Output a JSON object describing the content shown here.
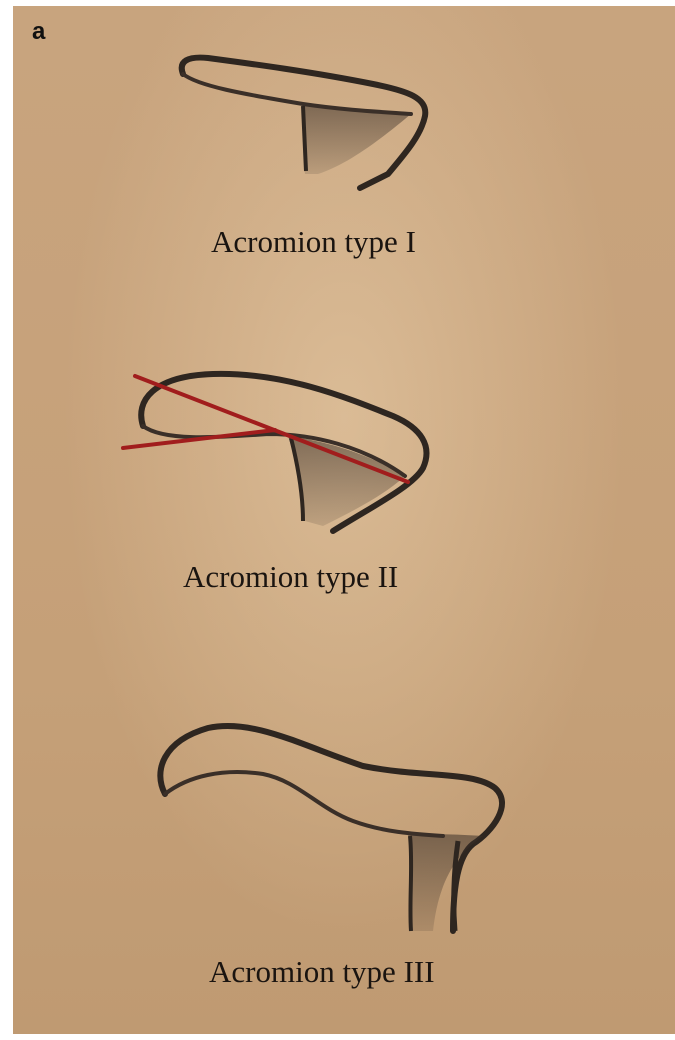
{
  "figure": {
    "panel_label": "a",
    "captions": [
      "Acromion type I",
      "Acromion type II",
      "Acromion type III"
    ],
    "colors": {
      "paper": "#c6a17a",
      "pencil": "#3a2f28",
      "angle_lines": "#a11d1d"
    }
  }
}
